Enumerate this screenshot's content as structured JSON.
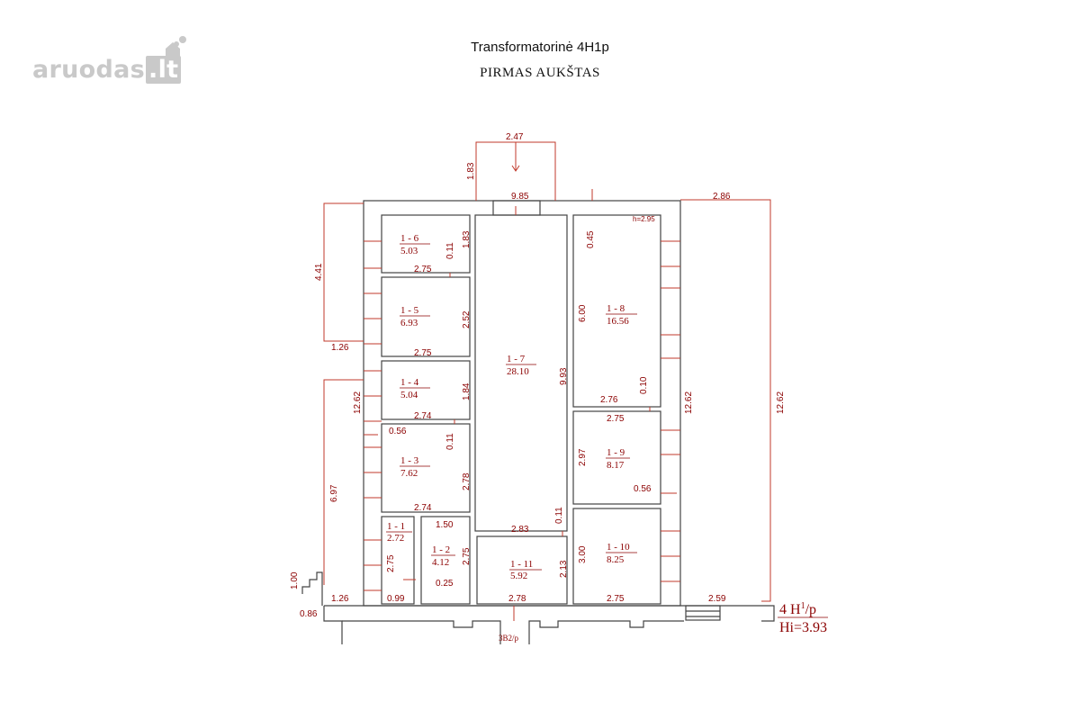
{
  "header": {
    "title": "Transformatorinė 4H1p",
    "subtitle": "PIRMAS AUKŠTAS",
    "logo_text": "aruodas",
    "logo_suffix": ".lt"
  },
  "colors": {
    "dimension": "#c0392b",
    "text": "#8b0000",
    "wall": "#444444"
  },
  "rooms": [
    {
      "id": "1 - 6",
      "area": "5.03"
    },
    {
      "id": "1 - 5",
      "area": "6.93"
    },
    {
      "id": "1 - 4",
      "area": "5.04"
    },
    {
      "id": "1 - 3",
      "area": "7.62"
    },
    {
      "id": "1 - 1",
      "area": "2.72"
    },
    {
      "id": "1 - 2",
      "area": "4.12"
    },
    {
      "id": "1 - 7",
      "area": "28.10"
    },
    {
      "id": "1 - 11",
      "area": "5.92"
    },
    {
      "id": "1 - 8",
      "area": "16.56"
    },
    {
      "id": "1 - 9",
      "area": "8.17"
    },
    {
      "id": "1 - 10",
      "area": "8.25"
    }
  ],
  "dimensions": {
    "entry_width": "2.47",
    "entry_depth": "1.83",
    "top_length": "9.85",
    "top_right": "2.86",
    "height_note": "h=2.95",
    "left_upper": "4.41",
    "left_offset": "1.26",
    "left_total": "12.62",
    "left_lower": "6.97",
    "step_height": "1.00",
    "step_width": "0.86",
    "bottom_left": "1.26",
    "right_outer": "12.62",
    "right_inner": "12.62",
    "r16_w": "2.75",
    "r16_h": "1.83",
    "r16_gap": "0.11",
    "r15_w": "2.75",
    "r15_h": "2.52",
    "r14_w": "2.74",
    "r14_h": "1.84",
    "r13_w": "2.74",
    "r13_h": "2.78",
    "r13_gap": "0.11",
    "r13_wall": "0.56",
    "r11_h": "2.75",
    "r12_w": "1.50",
    "r12_h": "2.75",
    "r12_gap": "0.25",
    "r11_w": "0.99",
    "r17_h": "9.93",
    "r111_w_top": "2.83",
    "r111_gap": "0.11",
    "r111_h": "2.13",
    "r111_w": "2.78",
    "r18_top": "0.45",
    "r18_h": "6.00",
    "r18_gap": "0.10",
    "r18_w": "2.76",
    "r19_w": "2.75",
    "r19_h": "2.97",
    "r19_wall": "0.56",
    "r110_h": "3.00",
    "r110_w": "2.75",
    "bottom_right": "2.59"
  },
  "annotations": {
    "unit_label": "4 H",
    "unit_sup": "1",
    "unit_suffix": "/p",
    "hi_label": "Hi=3.93",
    "bottom_tag": "3B2/p"
  }
}
